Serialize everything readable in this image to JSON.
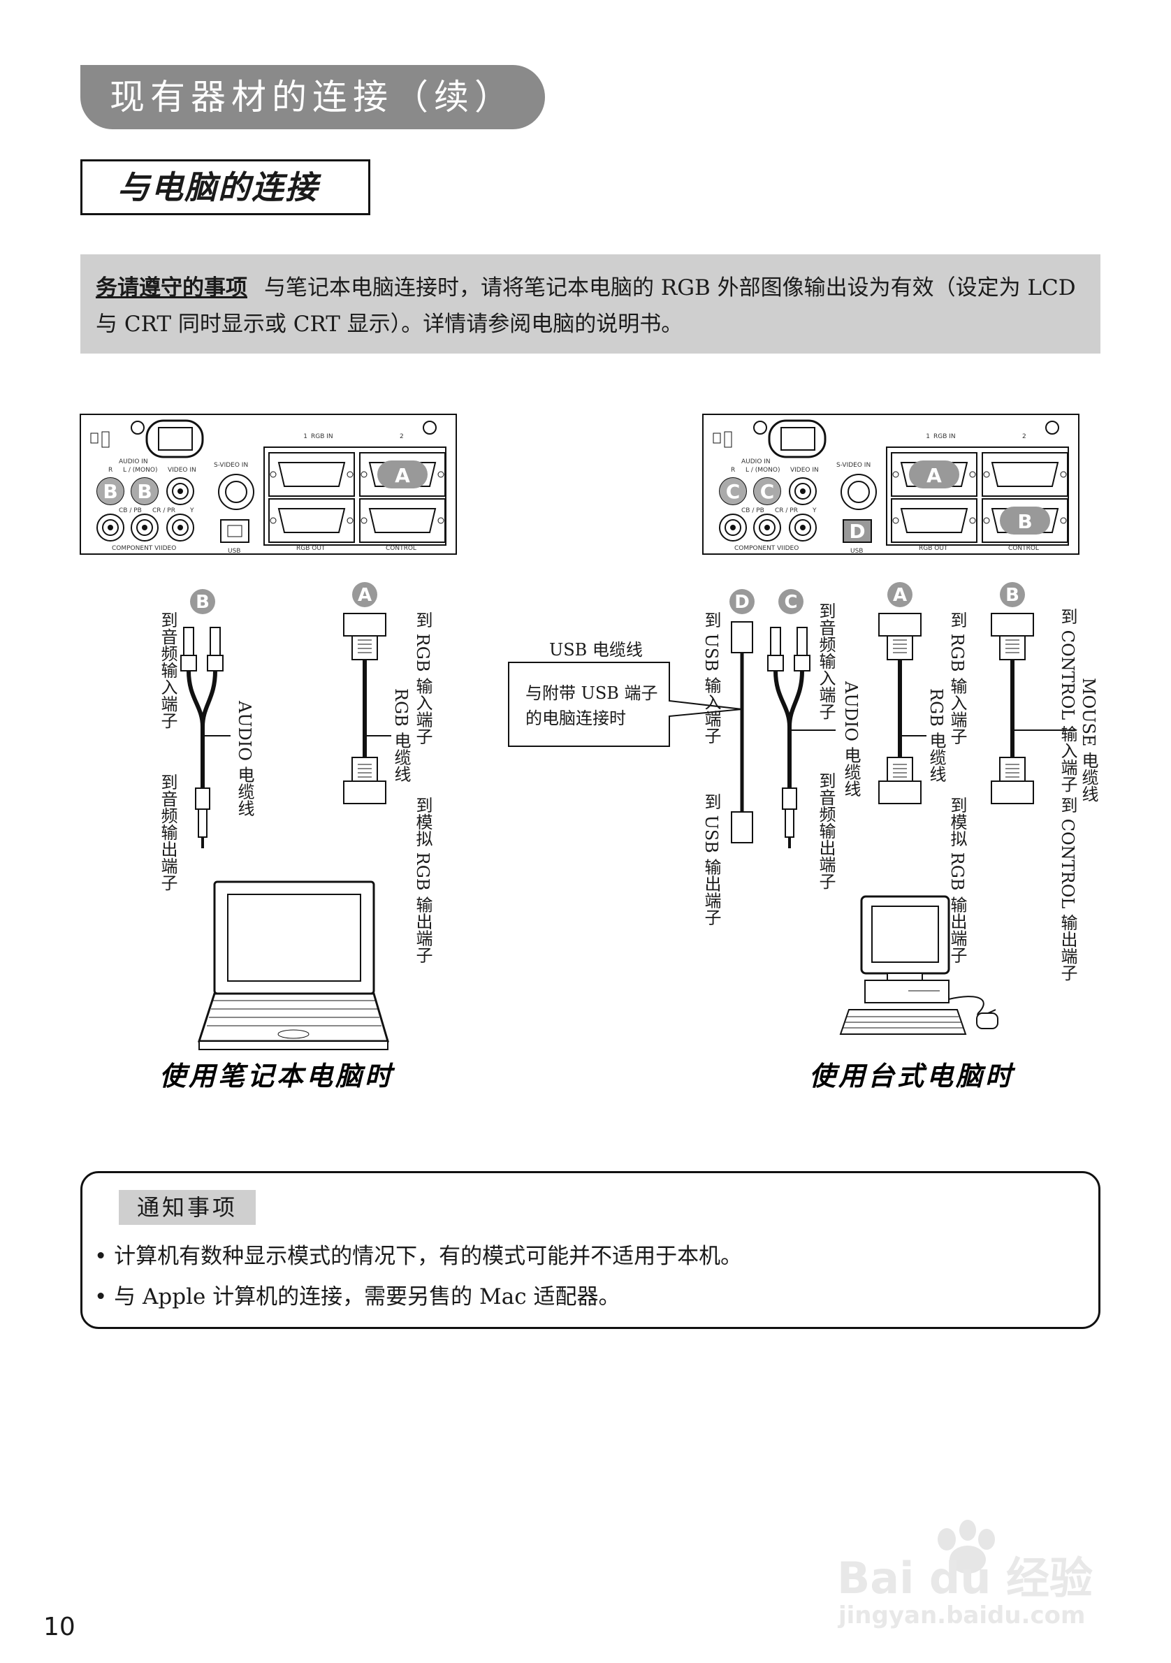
{
  "header": {
    "section_title": "现有器材的连接（续）",
    "sub_title": "与电脑的连接"
  },
  "notice": {
    "emphasis": "务请遵守的事项",
    "text": "与笔记本电脑连接时，请将笔记本电脑的 RGB 外部图像输出设为有效（设定为 LCD 与 CRT 同时显示或 CRT 显示）。详情请参阅电脑的说明书。"
  },
  "panel": {
    "rgb_in": "RGB IN",
    "rgb_out": "RGB OUT",
    "control": "CONTROL",
    "usb": "USB",
    "s_video_in": "S-VIDEO IN",
    "audio_in": "AUDIO IN",
    "mono": "L / (MONO)",
    "video_in": "VIDEO IN",
    "component_video": "COMPONENT VIIDEO",
    "r": "R",
    "y": "Y",
    "cb": "CB / PB",
    "cr": "CR / PR",
    "n1": "1",
    "n2": "2"
  },
  "markers": {
    "a": "A",
    "b": "B",
    "c": "C",
    "d": "D"
  },
  "laptop": {
    "to_audio_in": "到音频输入端子",
    "audio_cable": "AUDIO 电缆线",
    "to_audio_out": "到音频输出端子",
    "to_rgb_in": "到 RGB 输入端子",
    "rgb_cable": "RGB 电缆线",
    "to_analog_rgb_out": "到模拟 RGB 输出端子",
    "caption": "使用笔记本电脑时"
  },
  "desktop": {
    "usb_cable": "USB 电缆线",
    "callout_line1": "与附带 USB 端子",
    "callout_line2": "的电脑连接时",
    "to_usb_in": "到 USB 输入端子",
    "to_usb_out": "到 USB 输出端子",
    "to_audio_in": "到音频输入端子",
    "audio_cable": "AUDIO 电缆线",
    "to_audio_out": "到音频输出端子",
    "to_rgb_in": "到 RGB 输入端子",
    "rgb_cable": "RGB 电缆线",
    "to_analog_rgb_out": "到模拟 RGB 输出端子",
    "to_control_in": "到 CONTROL 输入端子",
    "mouse_cable": "MOUSE 电缆线",
    "to_control_out": "到 CONTROL 输出端子",
    "caption": "使用台式电脑时"
  },
  "notes": {
    "heading": "通知事项",
    "items": [
      "• 计算机有数种显示模式的情况下，有的模式可能并不适用于本机。",
      "• 与 Apple 计算机的连接，需要另售的 Mac 适配器。"
    ]
  },
  "page_number": "10",
  "watermark": {
    "brand": "Bai du 经验",
    "url": "jingyan.baidu.com"
  }
}
